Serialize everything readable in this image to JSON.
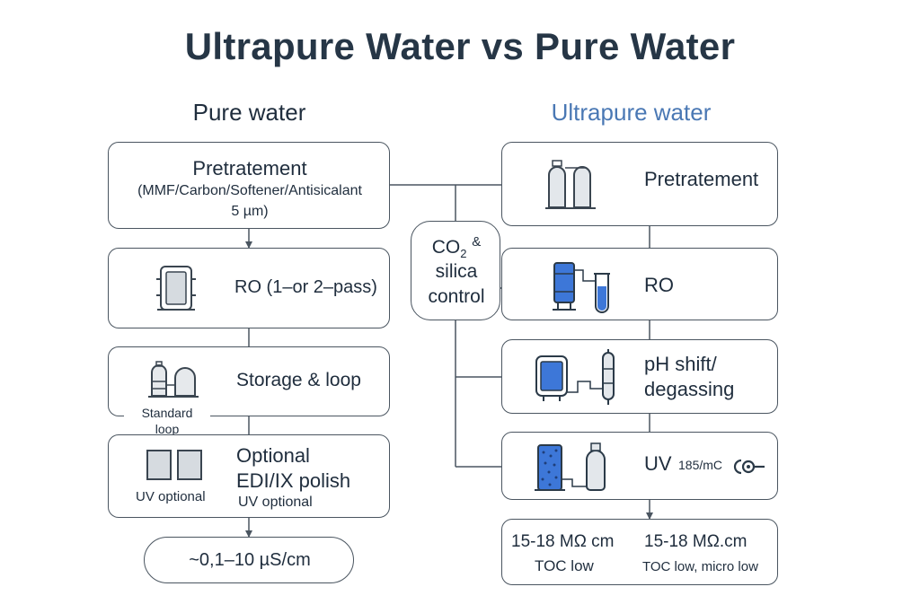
{
  "title": "Ultrapure Water vs Pure Water",
  "left_column": {
    "heading": "Pure water",
    "pretreatment": {
      "title": "Pretratement",
      "detail": "(MMF/Carbon/Softener/Antisicalant",
      "size": "5 µm)"
    },
    "ro": {
      "label": "RO (1–or 2–pass)",
      "icon": "ro-membrane-icon"
    },
    "storage": {
      "label": "Storage & loop",
      "icon": "storage-tanks-icon",
      "caption_line1": "Standard",
      "caption_line2": "loop"
    },
    "polish": {
      "label_line1": "Optional",
      "label_line2": "EDI/IX polish",
      "sub": "UV optional",
      "icon_caption": "UV optional",
      "icon": "edi-cells-icon"
    },
    "result": "~0,1–10 µS/cm"
  },
  "right_column": {
    "heading": "Ultrapure water",
    "pretreatment": {
      "label": "Pretratement",
      "icon": "pressure-vessels-icon"
    },
    "ro": {
      "label": "RO",
      "icon": "ro-skid-icon"
    },
    "degas": {
      "label_line1": "pH shift/",
      "label_line2": "degassing",
      "icon": "degasser-icon"
    },
    "uv": {
      "label": "UV",
      "suffix": "185/mC",
      "icon": "uv-reactor-icon",
      "tail_icon": "uv-lamp-icon"
    },
    "result": {
      "left_line1": "15-18 MΩ cm",
      "left_line2": "TOC low",
      "right_line1": "15-18 MΩ.cm",
      "right_line2": "TOC low, micro low"
    }
  },
  "control": {
    "line1_base": "CO",
    "line1_sub": "2",
    "line1_amp": "&",
    "line2": "silica",
    "line3": "control"
  },
  "colors": {
    "accent_blue": "#3d77d8",
    "heading_blue": "#4a78b4",
    "line": "#4a5560"
  }
}
